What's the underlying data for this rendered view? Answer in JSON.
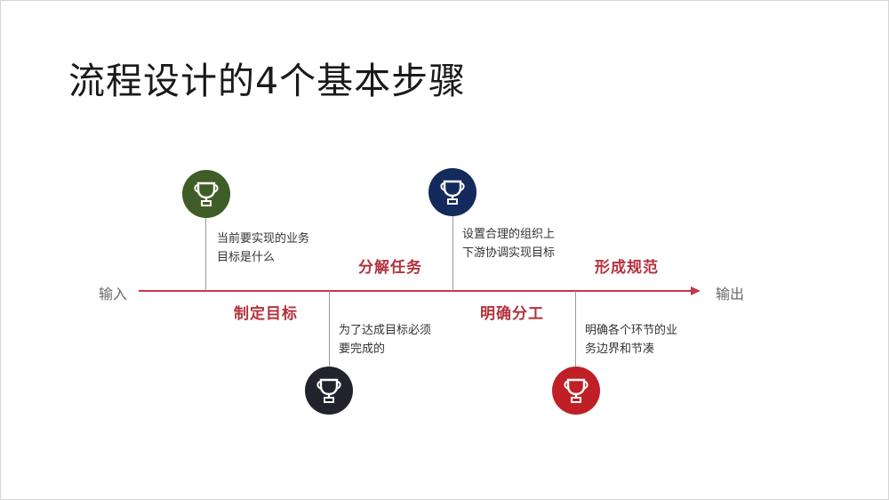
{
  "title": "流程设计的4个基本步骤",
  "flow": {
    "input_label": "输入",
    "output_label": "输出",
    "accent_color": "#c0384a"
  },
  "steps": [
    {
      "label": "制定目标",
      "desc_lines": [
        "当前要实现的业务",
        "目标是什么"
      ],
      "icon": "trophy-icon",
      "color": "#3f5d26"
    },
    {
      "label": "分解任务",
      "desc_lines": [
        "为了达成目标必须",
        "要完成的"
      ],
      "icon": "trophy-icon",
      "color": "#23232d"
    },
    {
      "label": "明确分工",
      "desc_lines": [
        "设置合理的组织上",
        "下游协调实现目标"
      ],
      "icon": "trophy-icon",
      "color": "#142a5c"
    },
    {
      "label": "形成规范",
      "desc_lines": [
        "明确各个环节的业",
        "务边界和节凑"
      ],
      "icon": "trophy-icon",
      "color": "#c01f26"
    }
  ]
}
